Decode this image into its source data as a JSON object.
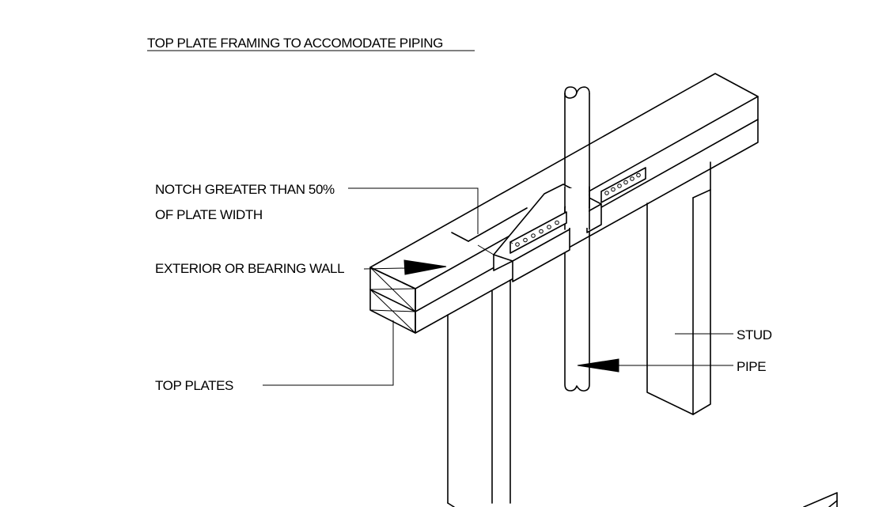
{
  "title": "TOP PLATE FRAMING TO ACCOMODATE PIPING",
  "labels": {
    "notch_line1": "NOTCH GREATER THAN 50%",
    "notch_line2": "OF PLATE WIDTH",
    "wall": "EXTERIOR OR BEARING WALL",
    "top_plates": "TOP PLATES",
    "stud": "STUD",
    "pipe": "PIPE"
  },
  "colors": {
    "line": "#000000",
    "background": "#ffffff"
  }
}
